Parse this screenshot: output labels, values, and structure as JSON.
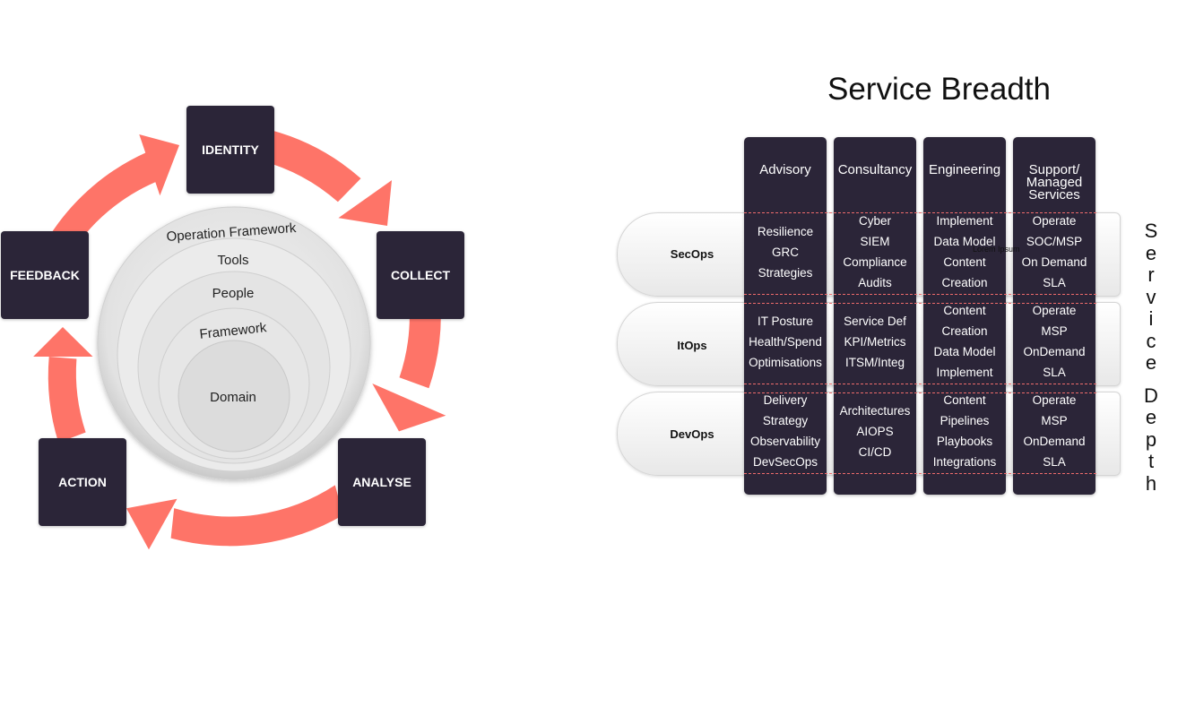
{
  "cycle": {
    "stages": {
      "identity": "IDENTITY",
      "collect": "COLLECT",
      "analyse": "ANALYSE",
      "action": "ACTION",
      "feedback": "FEEDBACK"
    },
    "rings": {
      "operation_framework": "Operation Framework",
      "tools": "Tools",
      "people": "People",
      "framework": "Framework",
      "domain": "Domain"
    },
    "arrow_color": "#fe7468",
    "box_color": "#2b2538"
  },
  "matrix": {
    "title": "Service Breadth",
    "side_label": "Service Depth",
    "columns": [
      {
        "header": "Advisory"
      },
      {
        "header": "Consultancy"
      },
      {
        "header": "Engineering"
      },
      {
        "header": "Support/\nManaged\nServices"
      }
    ],
    "rows": [
      {
        "label": "SecOps"
      },
      {
        "label": "ItOps"
      },
      {
        "label": "DevOps"
      }
    ],
    "cells": {
      "secops": {
        "advisory": [
          "Resilience",
          "GRC",
          "Strategies"
        ],
        "consultancy": [
          "Cyber",
          "SIEM",
          "Compliance",
          "Audits"
        ],
        "engineering": [
          "Implement",
          "Data Model",
          "Content",
          "Creation"
        ],
        "support": [
          "Operate",
          "SOC/MSP",
          "On Demand",
          "SLA"
        ]
      },
      "itops": {
        "advisory": [
          "IT Posture",
          "Health/Spend",
          "Optimisations"
        ],
        "consultancy": [
          "Service Def",
          "KPI/Metrics",
          "ITSM/Integ"
        ],
        "engineering": [
          "Content",
          "Creation",
          "Data Model",
          "Implement"
        ],
        "support": [
          "Operate",
          "MSP",
          "OnDemand",
          "SLA"
        ]
      },
      "devops": {
        "advisory": [
          "Delivery",
          "Strategy",
          "Observability",
          "DevSecOps"
        ],
        "consultancy": [
          "Architectures",
          "AIOPS",
          "CI/CD"
        ],
        "engineering": [
          "Content",
          "Pipelines",
          "Playbooks",
          "Integrations"
        ],
        "support": [
          "Operate",
          "MSP",
          "OnDemand",
          "SLA"
        ]
      }
    },
    "overlay_text": "Lorem Ipsum",
    "column_color": "#2b2538",
    "dash_color": "#ee6b6b"
  }
}
